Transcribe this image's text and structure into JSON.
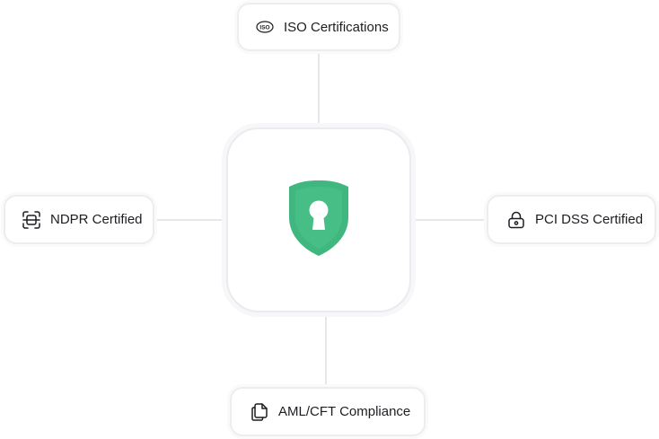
{
  "diagram": {
    "hub": {
      "icon": "shield-keyhole-icon",
      "color": "#3fb77e"
    },
    "nodes": {
      "iso": {
        "label": "ISO Certifications",
        "icon": "iso-logo-icon"
      },
      "ndpr": {
        "label": "NDPR Certified",
        "icon": "scan-frame-icon"
      },
      "pci": {
        "label": "PCI DSS Certified",
        "icon": "lock-icon"
      },
      "aml": {
        "label": "AML/CFT Compliance",
        "icon": "documents-icon"
      }
    },
    "colors": {
      "border": "#ededf0",
      "connector": "#e7e7eb",
      "text": "#1d1d22"
    }
  }
}
